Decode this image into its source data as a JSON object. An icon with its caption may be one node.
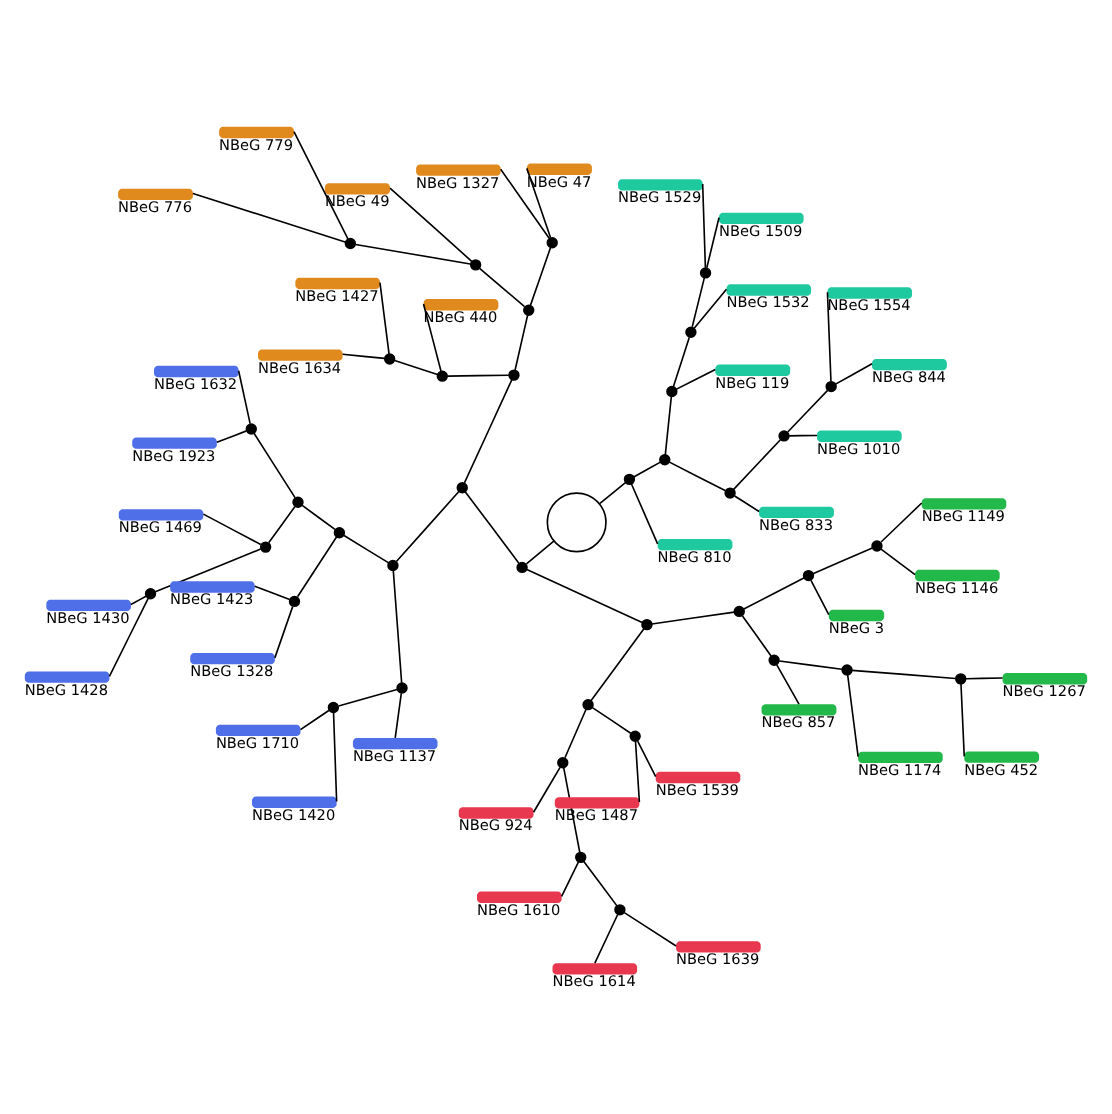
{
  "diagram": {
    "nodes": [
      {
        "text": [],
        "shape": "circle"
      },
      {
        "text": [],
        "shape": "circle"
      },
      {
        "text": [
          "NBeG 810"
        ]
      },
      {
        "text": [],
        "shape": "circle"
      },
      {
        "text": [],
        "shape": "circle"
      },
      {
        "text": [
          "NBeG 833"
        ]
      },
      {
        "text": [],
        "shape": "circle"
      },
      {
        "text": [
          "NBeG 1010"
        ]
      },
      {
        "text": [],
        "shape": "circle"
      },
      {
        "text": [
          "NBeG 844"
        ]
      },
      {
        "text": [
          "NBeG 1554"
        ]
      },
      {
        "text": [],
        "shape": "circle"
      },
      {
        "text": [
          "NBeG 119"
        ]
      },
      {
        "text": [],
        "shape": "circle"
      },
      {
        "text": [
          "NBeG 1532"
        ]
      },
      {
        "text": [],
        "shape": "circle"
      },
      {
        "text": [
          "NBeG 1509"
        ]
      },
      {
        "text": [
          "NBeG 1529"
        ]
      },
      {
        "text": [],
        "shape": "circle"
      },
      {
        "text": [],
        "shape": "circle"
      },
      {
        "text": [],
        "shape": "circle"
      },
      {
        "text": [],
        "shape": "circle"
      },
      {
        "text": [],
        "shape": "circle"
      },
      {
        "text": [
          "NBeG 47"
        ]
      },
      {
        "text": [
          "NBeG 1327"
        ]
      },
      {
        "text": [],
        "shape": "circle"
      },
      {
        "text": [
          "NBeG 49"
        ]
      },
      {
        "text": [],
        "shape": "circle"
      },
      {
        "text": [
          "NBeG 779"
        ]
      },
      {
        "text": [
          "NBeG 776"
        ]
      },
      {
        "text": [],
        "shape": "circle"
      },
      {
        "text": [
          "NBeG 440"
        ]
      },
      {
        "text": [],
        "shape": "circle"
      },
      {
        "text": [
          "NBeG 1427"
        ]
      },
      {
        "text": [
          "NBeG 1634"
        ]
      },
      {
        "text": [],
        "shape": "circle"
      },
      {
        "text": [],
        "shape": "circle"
      },
      {
        "text": [],
        "shape": "circle"
      },
      {
        "text": [],
        "shape": "circle"
      },
      {
        "text": [
          "NBeG 1632"
        ]
      },
      {
        "text": [
          "NBeG 1923"
        ]
      },
      {
        "text": [],
        "shape": "circle"
      },
      {
        "text": [
          "NBeG 1469"
        ]
      },
      {
        "text": [],
        "shape": "circle"
      },
      {
        "text": [
          "NBeG 1430"
        ]
      },
      {
        "text": [
          "NBeG 1428"
        ]
      },
      {
        "text": [],
        "shape": "circle"
      },
      {
        "text": [
          "NBeG 1423"
        ]
      },
      {
        "text": [
          "NBeG 1328"
        ]
      },
      {
        "text": [],
        "shape": "circle"
      },
      {
        "text": [],
        "shape": "circle"
      },
      {
        "text": [
          "NBeG 1710"
        ]
      },
      {
        "text": [
          "NBeG 1420"
        ]
      },
      {
        "text": [
          "NBeG 1137"
        ]
      },
      {
        "text": [],
        "shape": "circle"
      },
      {
        "text": [],
        "shape": "circle"
      },
      {
        "text": [],
        "shape": "circle"
      },
      {
        "text": [
          "NBeG 924"
        ]
      },
      {
        "text": [],
        "shape": "circle"
      },
      {
        "text": [
          "NBeG 1610"
        ]
      },
      {
        "text": [],
        "shape": "circle"
      },
      {
        "text": [
          "NBeG 1614"
        ]
      },
      {
        "text": [
          "NBeG 1639"
        ]
      },
      {
        "text": [],
        "shape": "circle"
      },
      {
        "text": [
          "NBeG 1487"
        ]
      },
      {
        "text": [
          "NBeG 1539"
        ]
      },
      {
        "text": [],
        "shape": "circle"
      },
      {
        "text": [],
        "shape": "circle"
      },
      {
        "text": [
          "NBeG 857"
        ]
      },
      {
        "text": [],
        "shape": "circle"
      },
      {
        "text": [
          "NBeG 1174"
        ]
      },
      {
        "text": [],
        "shape": "circle"
      },
      {
        "text": [
          "NBeG 452"
        ]
      },
      {
        "text": [
          "NBeG 1267"
        ]
      },
      {
        "text": [],
        "shape": "circle"
      },
      {
        "text": [
          "NBeG 3"
        ]
      },
      {
        "text": [],
        "shape": "circle"
      },
      {
        "text": [
          "NBeG 1146"
        ]
      },
      {
        "text": [
          "NBeG 1149"
        ]
      }
    ],
    "edges": [
      {
        "from": 0,
        "to": 1,
        "arrow": "none"
      },
      {
        "from": 1,
        "to": 2,
        "arrow": "none"
      },
      {
        "from": 1,
        "to": 3,
        "arrow": "none"
      },
      {
        "from": 3,
        "to": 4,
        "arrow": "none"
      },
      {
        "from": 4,
        "to": 5,
        "arrow": "none"
      },
      {
        "from": 4,
        "to": 6,
        "arrow": "none"
      },
      {
        "from": 6,
        "to": 7,
        "arrow": "none"
      },
      {
        "from": 6,
        "to": 8,
        "arrow": "none"
      },
      {
        "from": 8,
        "to": 9,
        "arrow": "none"
      },
      {
        "from": 8,
        "to": 10,
        "arrow": "none"
      },
      {
        "from": 3,
        "to": 11,
        "arrow": "none"
      },
      {
        "from": 11,
        "to": 12,
        "arrow": "none"
      },
      {
        "from": 11,
        "to": 13,
        "arrow": "none"
      },
      {
        "from": 13,
        "to": 14,
        "arrow": "none"
      },
      {
        "from": 13,
        "to": 15,
        "arrow": "none"
      },
      {
        "from": 15,
        "to": 16,
        "arrow": "none"
      },
      {
        "from": 15,
        "to": 17,
        "arrow": "none"
      },
      {
        "from": 0,
        "to": 18,
        "arrow": "none"
      },
      {
        "from": 18,
        "to": 19,
        "arrow": "none"
      },
      {
        "from": 19,
        "to": 20,
        "arrow": "none"
      },
      {
        "from": 20,
        "to": 21,
        "arrow": "none"
      },
      {
        "from": 21,
        "to": 22,
        "arrow": "none"
      },
      {
        "from": 22,
        "to": 23,
        "arrow": "none"
      },
      {
        "from": 22,
        "to": 24,
        "arrow": "none"
      },
      {
        "from": 21,
        "to": 25,
        "arrow": "none"
      },
      {
        "from": 25,
        "to": 26,
        "arrow": "none"
      },
      {
        "from": 25,
        "to": 27,
        "arrow": "none"
      },
      {
        "from": 27,
        "to": 28,
        "arrow": "none"
      },
      {
        "from": 27,
        "to": 29,
        "arrow": "none"
      },
      {
        "from": 20,
        "to": 30,
        "arrow": "none"
      },
      {
        "from": 30,
        "to": 31,
        "arrow": "none"
      },
      {
        "from": 30,
        "to": 32,
        "arrow": "none"
      },
      {
        "from": 32,
        "to": 33,
        "arrow": "none"
      },
      {
        "from": 32,
        "to": 34,
        "arrow": "none"
      },
      {
        "from": 19,
        "to": 35,
        "arrow": "none"
      },
      {
        "from": 35,
        "to": 36,
        "arrow": "none"
      },
      {
        "from": 36,
        "to": 37,
        "arrow": "none"
      },
      {
        "from": 37,
        "to": 38,
        "arrow": "none"
      },
      {
        "from": 38,
        "to": 39,
        "arrow": "none"
      },
      {
        "from": 38,
        "to": 40,
        "arrow": "none"
      },
      {
        "from": 37,
        "to": 41,
        "arrow": "none"
      },
      {
        "from": 41,
        "to": 42,
        "arrow": "none"
      },
      {
        "from": 41,
        "to": 43,
        "arrow": "none"
      },
      {
        "from": 43,
        "to": 44,
        "arrow": "none"
      },
      {
        "from": 43,
        "to": 45,
        "arrow": "none"
      },
      {
        "from": 36,
        "to": 46,
        "arrow": "none"
      },
      {
        "from": 46,
        "to": 47,
        "arrow": "none"
      },
      {
        "from": 46,
        "to": 48,
        "arrow": "none"
      },
      {
        "from": 35,
        "to": 49,
        "arrow": "none"
      },
      {
        "from": 49,
        "to": 50,
        "arrow": "none"
      },
      {
        "from": 50,
        "to": 51,
        "arrow": "none"
      },
      {
        "from": 50,
        "to": 52,
        "arrow": "none"
      },
      {
        "from": 49,
        "to": 53,
        "arrow": "none"
      },
      {
        "from": 18,
        "to": 54,
        "arrow": "none"
      },
      {
        "from": 54,
        "to": 55,
        "arrow": "none"
      },
      {
        "from": 55,
        "to": 56,
        "arrow": "none"
      },
      {
        "from": 56,
        "to": 57,
        "arrow": "none"
      },
      {
        "from": 56,
        "to": 58,
        "arrow": "none"
      },
      {
        "from": 58,
        "to": 59,
        "arrow": "none"
      },
      {
        "from": 58,
        "to": 60,
        "arrow": "none"
      },
      {
        "from": 60,
        "to": 61,
        "arrow": "none"
      },
      {
        "from": 60,
        "to": 62,
        "arrow": "none"
      },
      {
        "from": 55,
        "to": 63,
        "arrow": "none"
      },
      {
        "from": 63,
        "to": 64,
        "arrow": "none"
      },
      {
        "from": 63,
        "to": 65,
        "arrow": "none"
      },
      {
        "from": 54,
        "to": 66,
        "arrow": "none"
      },
      {
        "from": 66,
        "to": 67,
        "arrow": "none"
      },
      {
        "from": 67,
        "to": 68,
        "arrow": "none"
      },
      {
        "from": 67,
        "to": 69,
        "arrow": "none"
      },
      {
        "from": 69,
        "to": 70,
        "arrow": "none"
      },
      {
        "from": 69,
        "to": 71,
        "arrow": "none"
      },
      {
        "from": 71,
        "to": 72,
        "arrow": "none"
      },
      {
        "from": 71,
        "to": 73,
        "arrow": "none"
      },
      {
        "from": 66,
        "to": 74,
        "arrow": "none"
      },
      {
        "from": 74,
        "to": 75,
        "arrow": "none"
      },
      {
        "from": 74,
        "to": 76,
        "arrow": "none"
      },
      {
        "from": 76,
        "to": 77,
        "arrow": "none"
      },
      {
        "from": 76,
        "to": 78,
        "arrow": "none"
      }
    ]
  }
}
